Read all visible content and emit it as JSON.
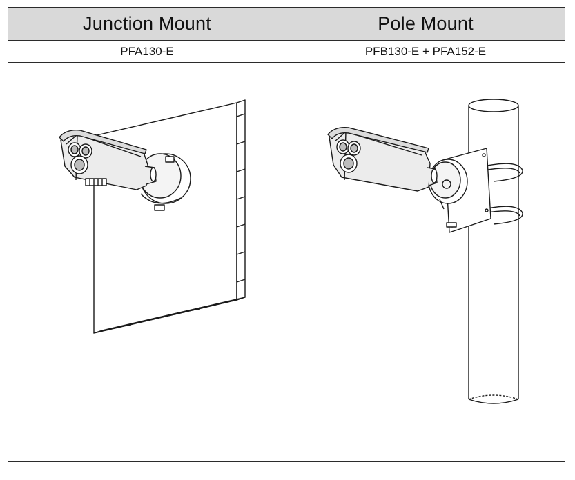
{
  "columns": [
    {
      "title": "Junction Mount",
      "model": "PFA130-E",
      "illustration": "bullet-camera-on-wall-junction-box"
    },
    {
      "title": "Pole Mount",
      "model": "PFB130-E + PFA152-E",
      "illustration": "bullet-camera-on-pole-bracket"
    }
  ],
  "colors": {
    "header_bg": "#d9d9d9",
    "border": "#2b2b2b",
    "line": "#1a1a1a",
    "camera_body": "#ececec"
  }
}
